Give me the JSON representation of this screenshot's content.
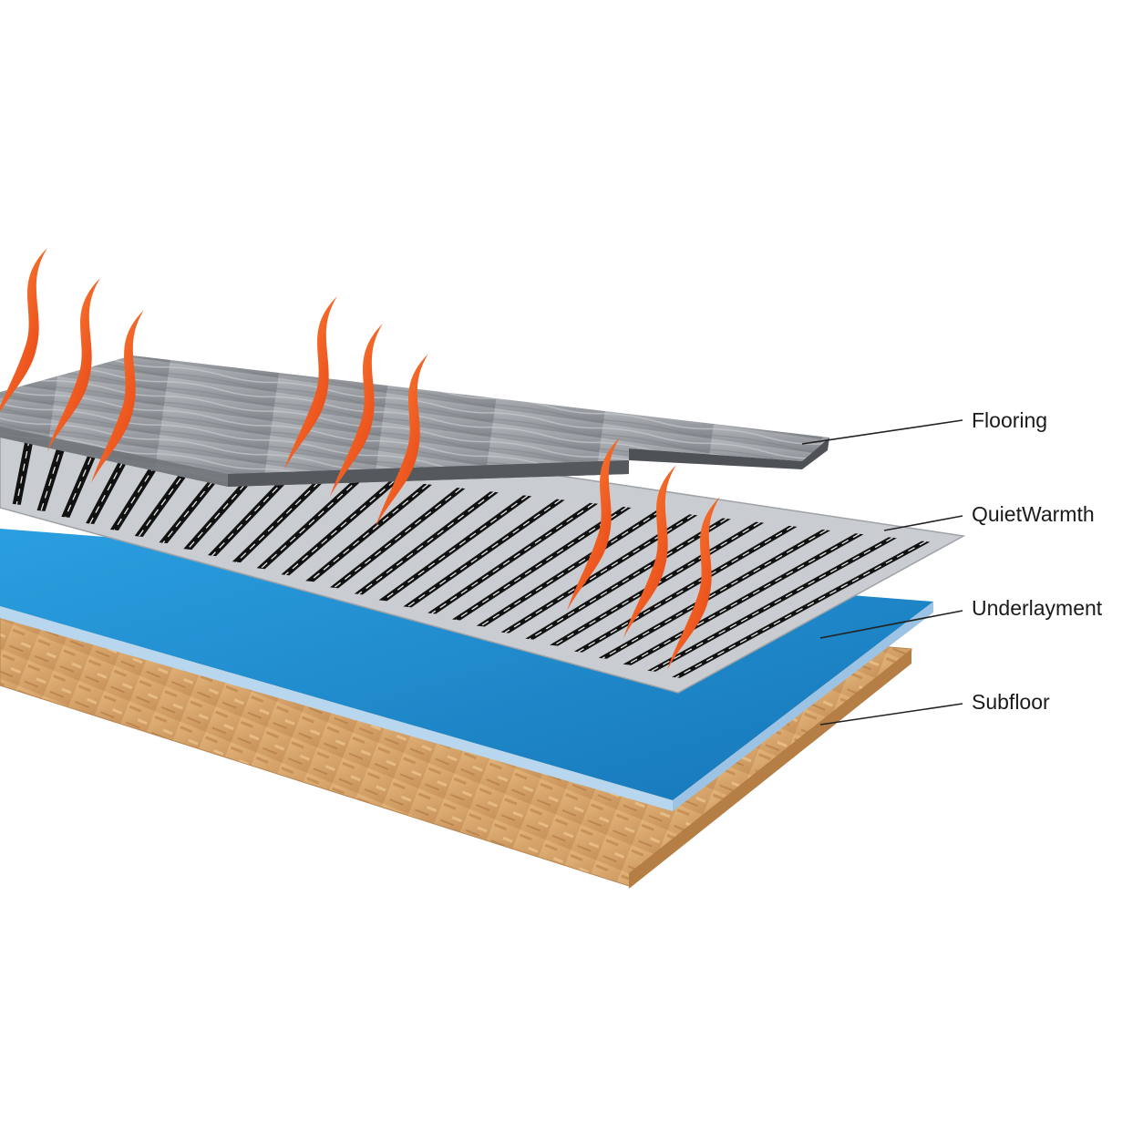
{
  "diagram": {
    "layers": [
      {
        "key": "flooring",
        "label": "Flooring"
      },
      {
        "key": "heating-film",
        "label": "QuietWarmth"
      },
      {
        "key": "underlayment",
        "label": "Underlayment"
      },
      {
        "key": "subfloor",
        "label": "Subfloor"
      }
    ],
    "colors": {
      "flame": "#f04a14",
      "flame_highlight": "#ff8a3d",
      "flooring": "#9a9ea3",
      "heating_film_foil": "#c9ccd0",
      "heating_strip": "#111111",
      "underlayment": "#1f8fd0",
      "subfloor": "#d9a66a",
      "leader_line": "#222222"
    }
  }
}
